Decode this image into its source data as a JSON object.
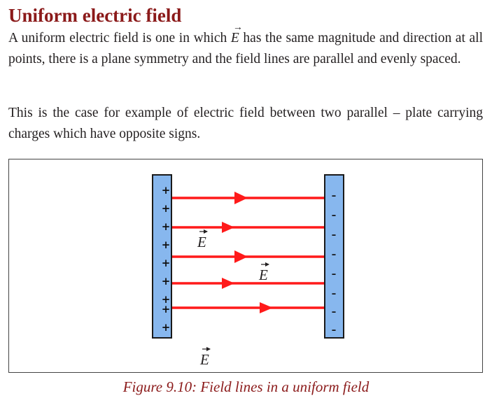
{
  "heading": "Uniform electric field",
  "paragraph1": {
    "before": "A uniform electric field is one in which ",
    "vector": "E",
    "after": " has the same magnitude and direction at all points, there is a plane symmetry and the field lines are parallel and evenly spaced."
  },
  "paragraph2": "This is the case for example of electric field between two parallel – plate carrying charges which have opposite signs.",
  "figure": {
    "plus_sign": "+",
    "minus_sign": "–",
    "vector_label": "E",
    "plus_count": 9,
    "minus_count": 8,
    "field_line_count": 5,
    "colors": {
      "plate_fill": "#87b7ee",
      "plate_stroke": "#1a1a1a",
      "field_line": "#ff1a1a",
      "heading": "#8b1a1a"
    }
  },
  "caption": "Figure 9.10: Field lines in a uniform field"
}
